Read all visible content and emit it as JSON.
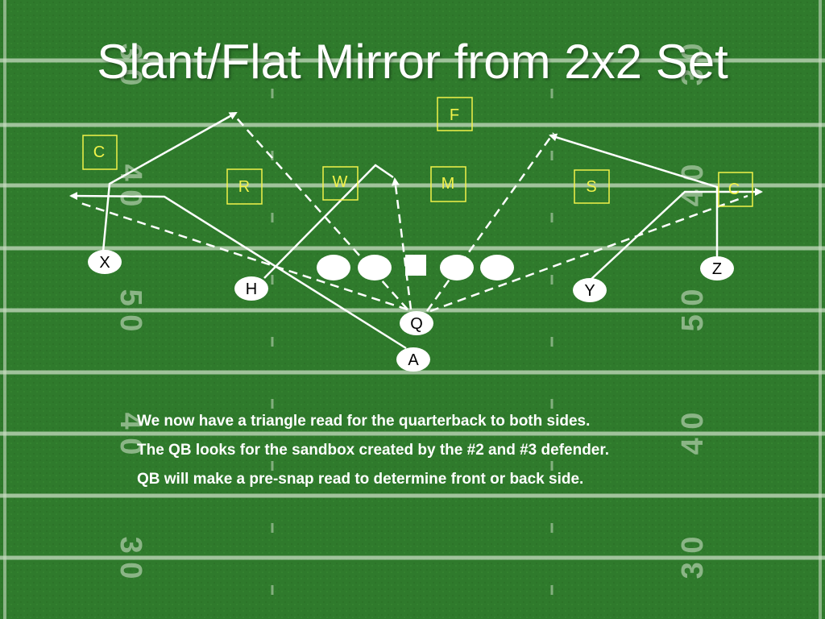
{
  "slide": {
    "title": "Slant/Flat Mirror from 2x2 Set"
  },
  "field_numbers": {
    "left": [
      "3 0",
      "4 0",
      "5 0",
      "4 0",
      "3 0"
    ],
    "right": [
      "3 0",
      "4 0",
      "5 0",
      "4 0",
      "3 0"
    ]
  },
  "colors": {
    "grass": "#2f7a2c",
    "lines": "#ffffff",
    "defender_box": "#f2f24a"
  },
  "defenders": [
    {
      "id": "F",
      "label": "F"
    },
    {
      "id": "C_left",
      "label": "C"
    },
    {
      "id": "R",
      "label": "R"
    },
    {
      "id": "W",
      "label": "W"
    },
    {
      "id": "M",
      "label": "M"
    },
    {
      "id": "S",
      "label": "S"
    },
    {
      "id": "C_right",
      "label": "C"
    }
  ],
  "offense": [
    {
      "id": "X",
      "label": "X"
    },
    {
      "id": "H",
      "label": "H"
    },
    {
      "id": "Q",
      "label": "Q"
    },
    {
      "id": "A",
      "label": "A"
    },
    {
      "id": "Y",
      "label": "Y"
    },
    {
      "id": "Z",
      "label": "Z"
    }
  ],
  "notes": [
    "We now have a triangle read for the quarterback to both sides.",
    "The QB looks for the sandbox created by the #2 and #3 defender.",
    "QB will make a pre-snap read to determine front or back side."
  ]
}
